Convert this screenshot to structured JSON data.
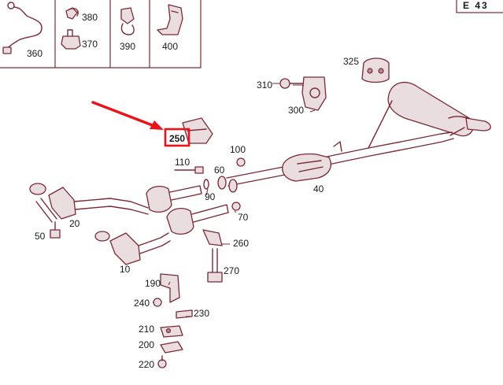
{
  "page_code": "E 43",
  "highlight_color": "#e8131c",
  "line_color": "#7a2a35",
  "highlighted_label": "250",
  "inset_labels": [
    "360",
    "380",
    "370",
    "390",
    "400"
  ],
  "part_labels": [
    "325",
    "310",
    "300",
    "100",
    "110",
    "60",
    "90",
    "40",
    "50",
    "20",
    "70",
    "260",
    "10",
    "270",
    "190",
    "240",
    "230",
    "210",
    "200",
    "220"
  ]
}
